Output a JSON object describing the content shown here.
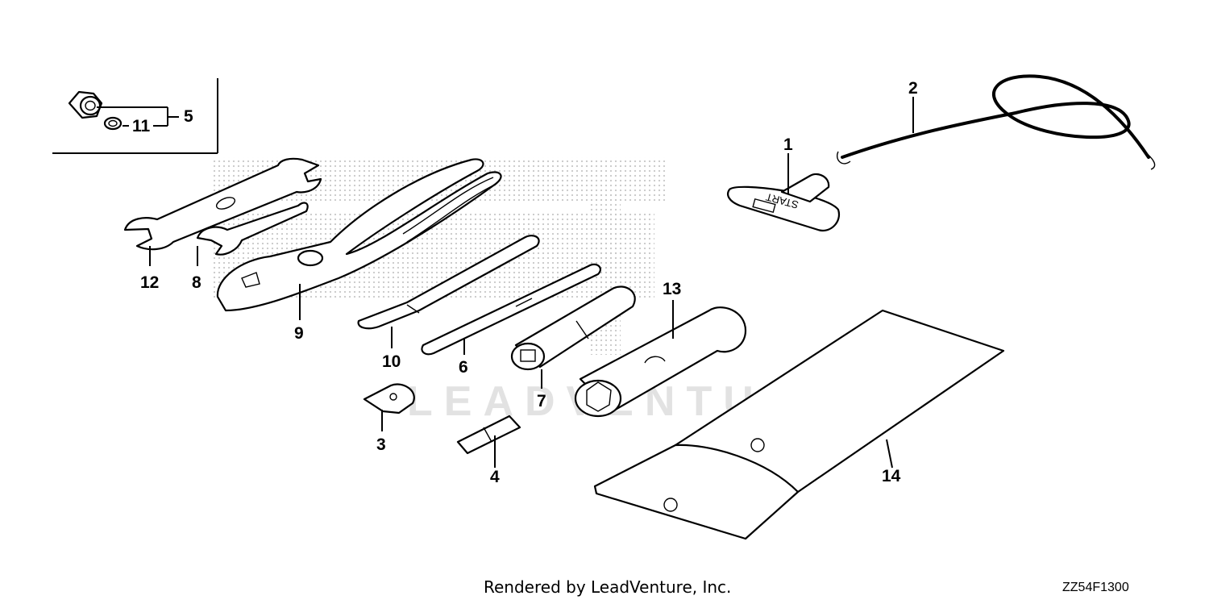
{
  "diagram": {
    "callouts": {
      "c1": "1",
      "c2": "2",
      "c3": "3",
      "c4": "4",
      "c5": "5",
      "c6": "6",
      "c7": "7",
      "c8": "8",
      "c9": "9",
      "c10": "10",
      "c11": "11",
      "c12": "12",
      "c13": "13",
      "c14": "14"
    },
    "watermark": "LEADVENTURE",
    "handle_label": "START"
  },
  "footer": {
    "credit": "Rendered by LeadVenture, Inc.",
    "code": "ZZ54F1300"
  }
}
